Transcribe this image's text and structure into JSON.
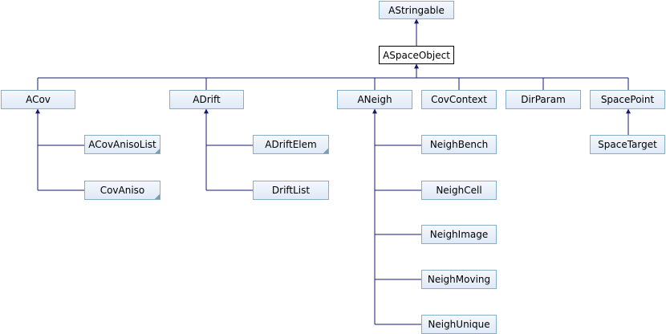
{
  "diagram": {
    "colors": {
      "node_border": "#84b0c7",
      "edge": "#191970",
      "current_border": "#000000"
    },
    "nodes": {
      "astringable": "AStringable",
      "aspaceobject": "ASpaceObject",
      "acov": "ACov",
      "adrift": "ADrift",
      "aneigh": "ANeigh",
      "covcontext": "CovContext",
      "dirparam": "DirParam",
      "spacepoint": "SpacePoint",
      "acovanisolist": "ACovAnisoList",
      "covaniso": "CovAniso",
      "adriftelem": "ADriftElem",
      "driftlist": "DriftList",
      "neighbench": "NeighBench",
      "neighcell": "NeighCell",
      "neighimage": "NeighImage",
      "neighmoving": "NeighMoving",
      "neighunique": "NeighUnique",
      "spacetarget": "SpaceTarget"
    }
  }
}
